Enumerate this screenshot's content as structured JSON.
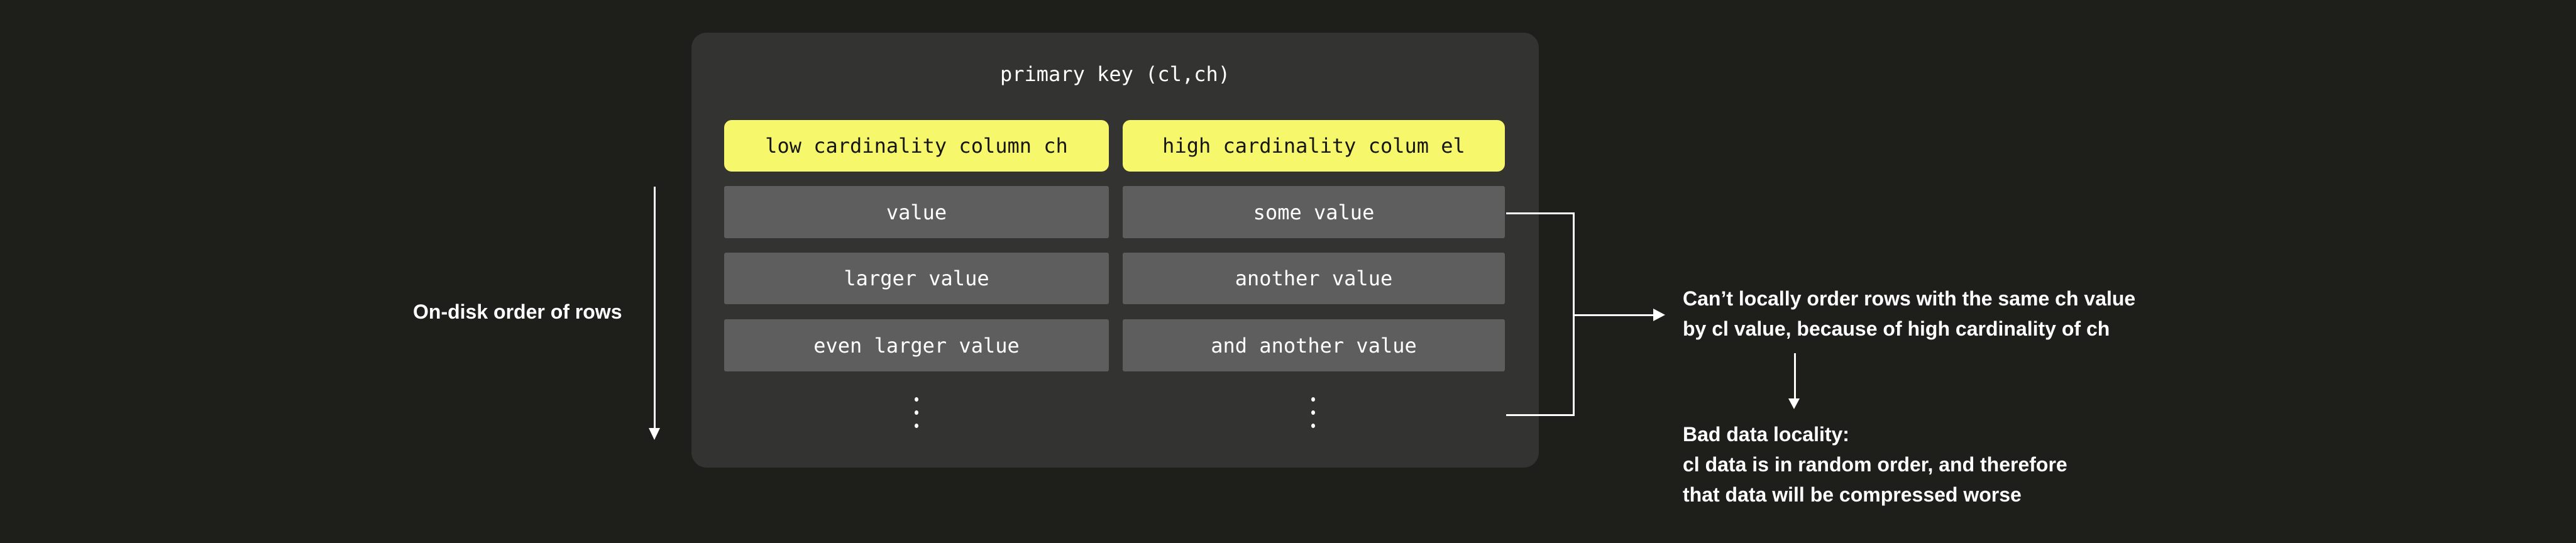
{
  "colors": {
    "background": "#1e1e1b",
    "panel": "#333331",
    "row_box": "#5e5e5e",
    "header_box": "#f7f76b",
    "header_text": "#161616",
    "text": "#ffffff"
  },
  "panel": {
    "title": "primary key (cl,ch)"
  },
  "table": {
    "headers": [
      "low cardinality column ch",
      "high cardinality colum el"
    ],
    "rows": [
      [
        "value",
        "some value"
      ],
      [
        "larger value",
        "another value"
      ],
      [
        "even larger value",
        "and another value"
      ]
    ],
    "ellipsis": "⋮"
  },
  "left_annotation": {
    "label": "On-disk order of rows"
  },
  "right_annotations": {
    "note1_line1": "Can’t locally order rows with the same ch value",
    "note1_line2": "by cl value, because of high cardinality of ch",
    "note2_line1": "Bad data locality:",
    "note2_line2": "cl data is in random order, and therefore",
    "note2_line3": "that data will be compressed worse"
  }
}
